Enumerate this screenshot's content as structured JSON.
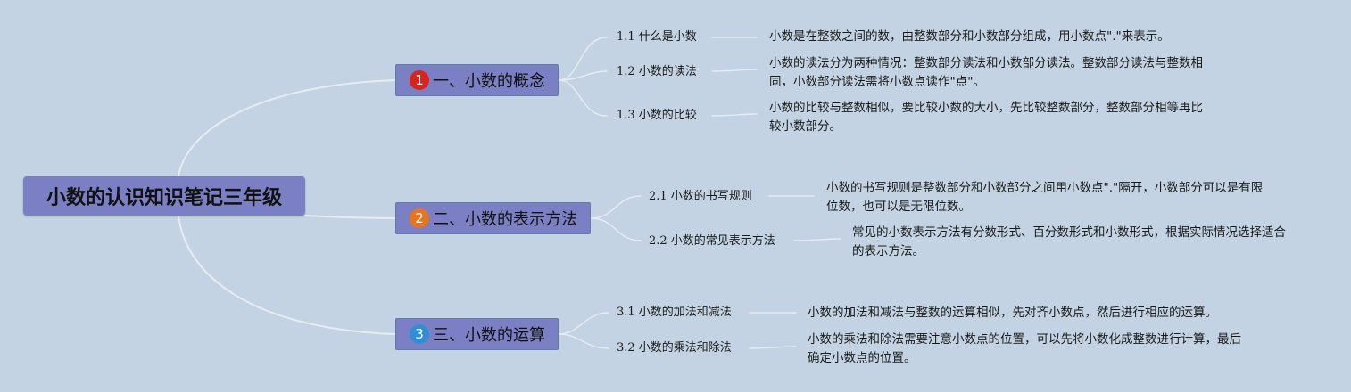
{
  "root": {
    "title": "小数的认识知识笔记三年级"
  },
  "branches": [
    {
      "title": "一、小数的概念",
      "badge": "1",
      "badge_color": "#d9241b",
      "children": [
        {
          "label": "1.1 什么是小数",
          "note": "小数是在整数之间的数，由整数部分和小数部分组成，用小数点\".\"来表示。"
        },
        {
          "label": "1.2 小数的读法",
          "note": "小数的读法分为两种情况：整数部分读法和小数部分读法。整数部分读法与整数相同，小数部分读法需将小数点读作\"点\"。"
        },
        {
          "label": "1.3 小数的比较",
          "note": "小数的比较与整数相似，要比较小数的大小，先比较整数部分，整数部分相等再比较小数部分。"
        }
      ]
    },
    {
      "title": "二、小数的表示方法",
      "badge": "2",
      "badge_color": "#e8741f",
      "children": [
        {
          "label": "2.1 小数的书写规则",
          "note": "小数的书写规则是整数部分和小数部分之间用小数点\".\"隔开，小数部分可以是有限位数，也可以是无限位数。"
        },
        {
          "label": "2.2 小数的常见表示方法",
          "note": "常见的小数表示方法有分数形式、百分数形式和小数形式，根据实际情况选择适合的表示方法。"
        }
      ]
    },
    {
      "title": "三、小数的运算",
      "badge": "3",
      "badge_color": "#2f8fd6",
      "children": [
        {
          "label": "3.1 小数的加法和减法",
          "note": "小数的加法和减法与整数的运算相似，先对齐小数点，然后进行相应的运算。"
        },
        {
          "label": "3.2 小数的乘法和除法",
          "note": "小数的乘法和除法需要注意小数点的位置，可以先将小数化成整数进行计算，最后确定小数点的位置。"
        }
      ]
    }
  ]
}
